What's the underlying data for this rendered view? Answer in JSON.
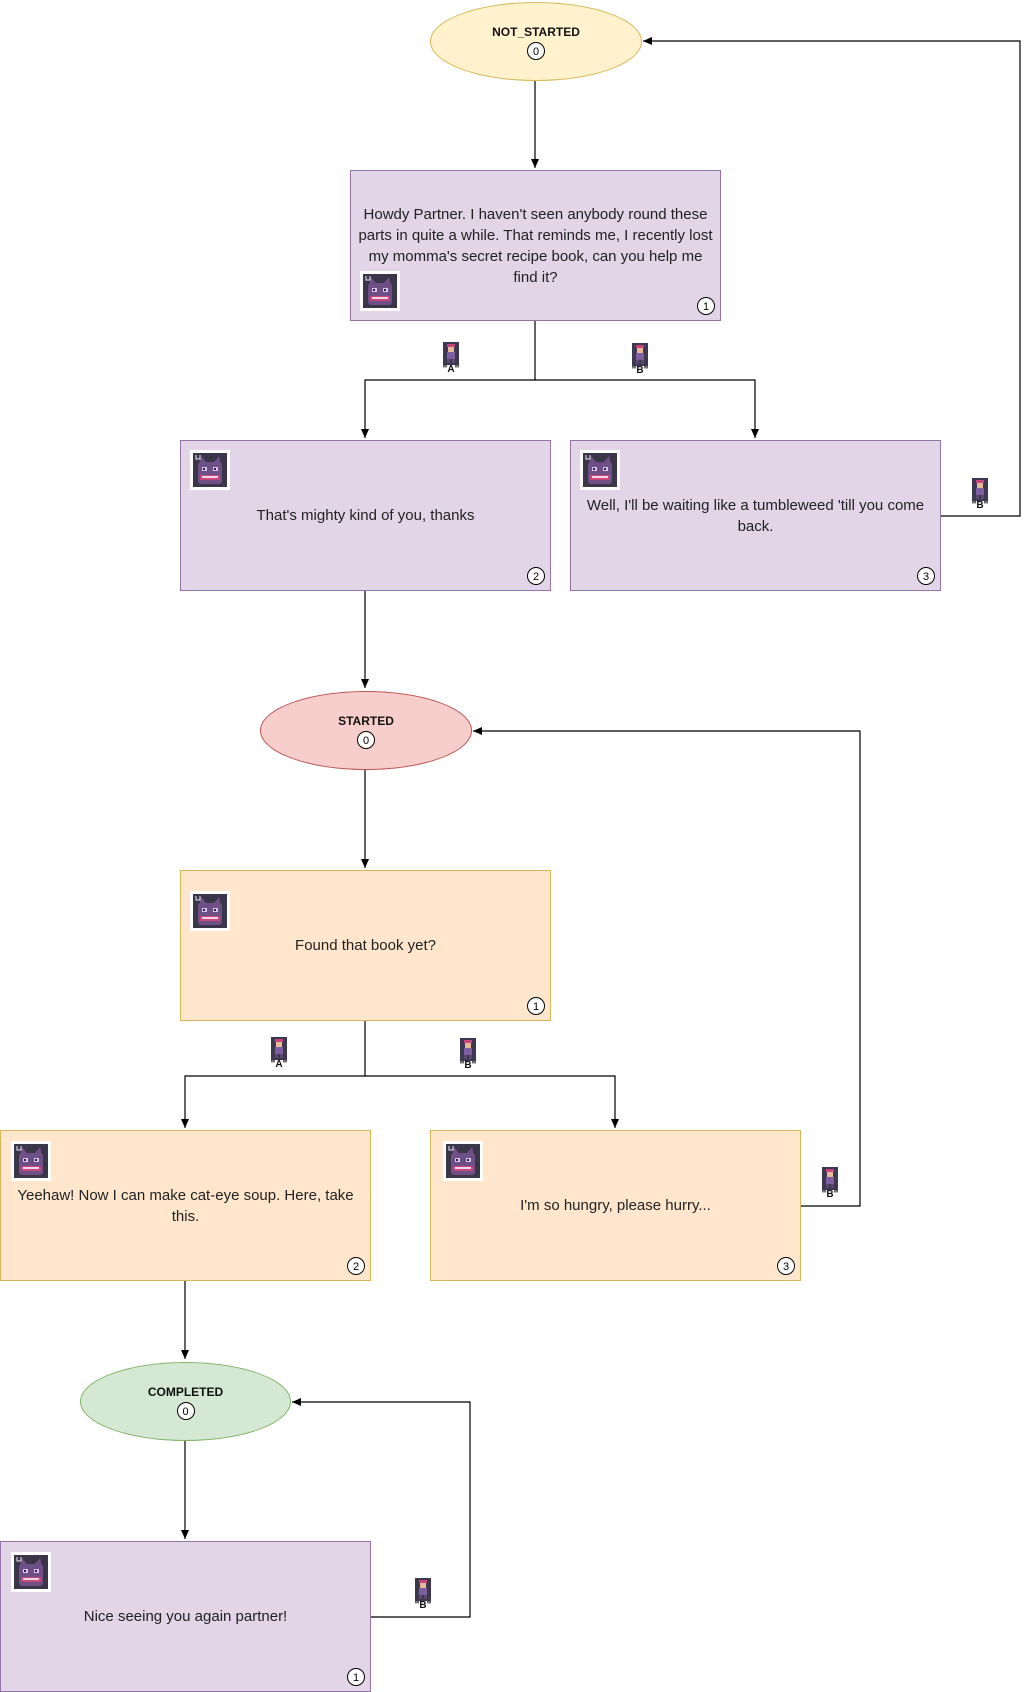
{
  "states": {
    "not_started": {
      "label": "NOT_STARTED",
      "index": "0",
      "fill": "#fff2cc",
      "stroke": "#d6b656"
    },
    "started": {
      "label": "STARTED",
      "index": "0",
      "fill": "#f8cecc",
      "stroke": "#b85450"
    },
    "completed": {
      "label": "COMPLETED",
      "index": "0",
      "fill": "#d5e8d4",
      "stroke": "#82b366"
    }
  },
  "dialogs": {
    "ns_1": {
      "text": "Howdy Partner. I haven't seen anybody round these parts in quite a while. That reminds me, I recently lost my momma's secret recipe book, can you help me find it?",
      "index": "1"
    },
    "ns_2": {
      "text": "That's mighty kind of you, thanks",
      "index": "2"
    },
    "ns_3": {
      "text": "Well, I'll be waiting like a tumbleweed 'till you come back.",
      "index": "3"
    },
    "st_1": {
      "text": "Found that book yet?",
      "index": "1"
    },
    "st_2": {
      "text": "Yeehaw! Now I can make cat-eye soup. Here, take this.",
      "index": "2"
    },
    "st_3": {
      "text": "I'm so hungry, please hurry...",
      "index": "3"
    },
    "co_1": {
      "text": "Nice seeing you again partner!",
      "index": "1"
    }
  },
  "choices": {
    "a": "\"A\"",
    "b": "\"B\""
  },
  "icons": {
    "npc": "cat-npc-icon",
    "player": "player-sprite-icon"
  },
  "colors": {
    "dialog_purple": "#e1d5e7",
    "dialog_orange": "#ffe6cc",
    "edge": "#000000"
  }
}
